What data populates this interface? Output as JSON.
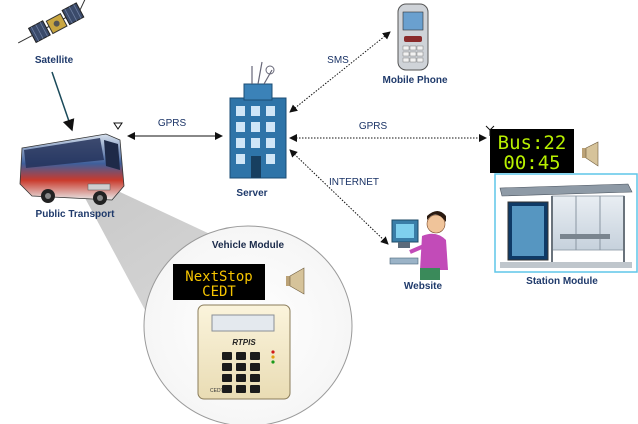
{
  "nodes": {
    "satellite": "Satellite",
    "mobile_phone": "Mobile Phone",
    "public_transport": "Public Transport",
    "server": "Server",
    "website": "Website",
    "station_module": "Station Module",
    "vehicle_module": "Vehicle Module"
  },
  "connections": {
    "gprs_vehicle": "GPRS",
    "sms": "SMS",
    "gprs_station": "GPRS",
    "internet": "INTERNET"
  },
  "displays": {
    "vehicle_line1": "NextStop",
    "vehicle_line2": "CEDT",
    "station_line1": "Bus:22",
    "station_line2": "00:45"
  },
  "device": {
    "brand": "RTPIS",
    "maker": "CEDT"
  },
  "colors": {
    "label": "#1f3a6b",
    "arrow": "#111111",
    "led_amber": "#f5c400",
    "led_green": "#b8f000",
    "station_border": "#5fc6e8",
    "building": "#2e74a8"
  }
}
